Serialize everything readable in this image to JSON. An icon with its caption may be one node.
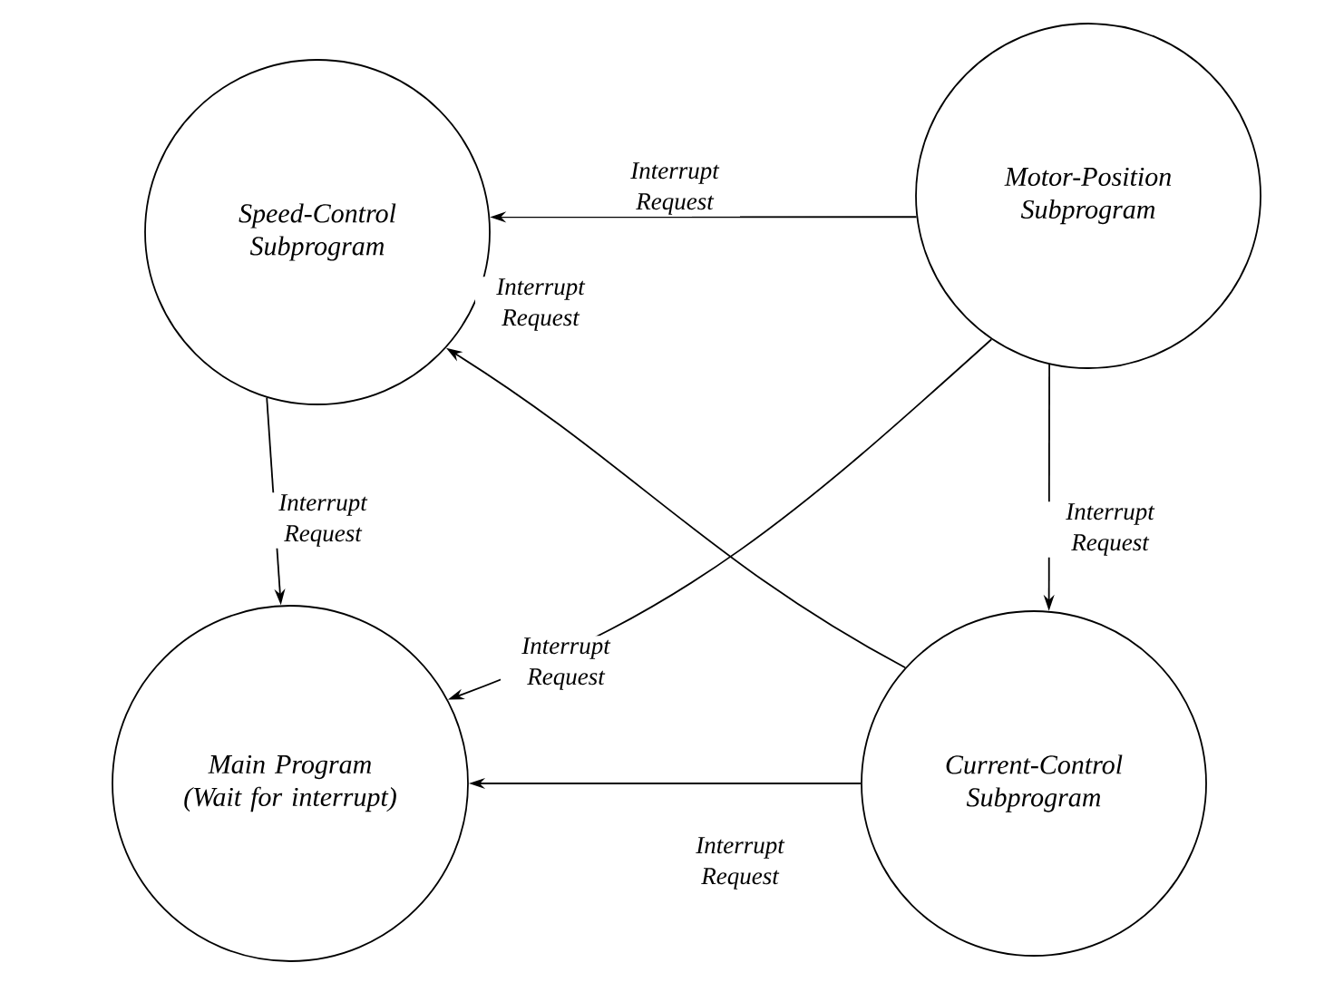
{
  "diagram": {
    "nodes": [
      {
        "text": [
          "Speed-Control Subprogram"
        ]
      },
      {
        "text": [
          "Motor-Position Subprogram"
        ]
      },
      {
        "text": [
          "Main Program (Wait for interrupt)"
        ]
      },
      {
        "text": [
          "Current-Control Subprogram"
        ]
      }
    ],
    "edges": [
      {
        "from": 1,
        "to": 0,
        "arrow": "to",
        "label": "Interrupt Request"
      },
      {
        "from": 0,
        "to": 2,
        "arrow": "to",
        "label": "Interrupt Request"
      },
      {
        "from": 1,
        "to": 2,
        "arrow": "to",
        "label": "Interrupt Request"
      },
      {
        "from": 3,
        "to": 0,
        "arrow": "to",
        "label": "Interrupt Request"
      },
      {
        "from": 1,
        "to": 3,
        "arrow": "to",
        "label": "Interrupt Request"
      },
      {
        "from": 3,
        "to": 2,
        "arrow": "to",
        "label": "Interrupt Request"
      }
    ]
  }
}
